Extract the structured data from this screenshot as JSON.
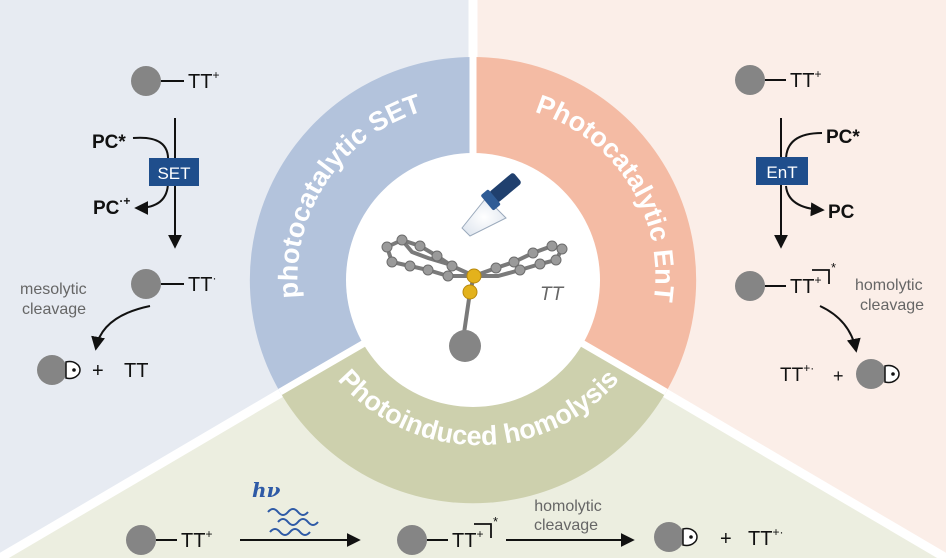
{
  "sections": {
    "set": {
      "title": "photocatalytic SET",
      "color": "#b3c3dc",
      "bg": "#e7ebf2"
    },
    "ent": {
      "title": "Photocatalytic EnT",
      "color": "#f4bba4",
      "bg": "#fbeee8"
    },
    "homolysis": {
      "title": "Photoinduced homolysis",
      "color": "#cdd0ad",
      "bg": "#eceee0"
    }
  },
  "center": {
    "molecule_label": "TT"
  },
  "left": {
    "tt_plus": "TT",
    "pc_star": "PC*",
    "box": "SET",
    "pc_radical_cation": "PC",
    "tt_radical": "TT",
    "cleavage_line1": "mesolytic",
    "cleavage_line2": "cleavage",
    "plus": "+",
    "tt": "TT"
  },
  "right": {
    "tt_plus": "TT",
    "pc_star": "PC*",
    "box": "EnT",
    "pc": "PC",
    "tt_excited": "TT",
    "cleavage_line1": "homolytic",
    "cleavage_line2": "cleavage",
    "tt_radical_cation": "TT",
    "plus": "+"
  },
  "bottom": {
    "tt_plus": "TT",
    "hv": "hν",
    "tt_excited": "TT",
    "cleavage_line1": "homolytic",
    "cleavage_line2": "cleavage",
    "plus": "+",
    "tt_radical_cation": "TT"
  },
  "colors": {
    "box": "#1f4e8c",
    "ball": "#858585",
    "sulfur": "#e3b21c",
    "wave": "#2e5aa6"
  }
}
